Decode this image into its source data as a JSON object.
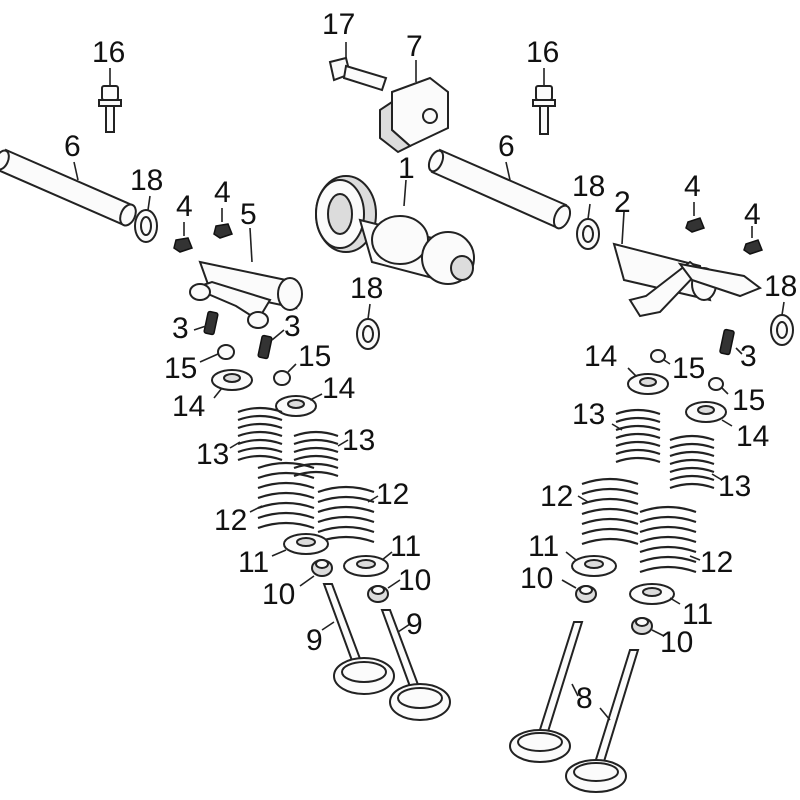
{
  "callouts": {
    "c1": "1",
    "c2": "2",
    "c3a": "3",
    "c3b": "3",
    "c3c": "3",
    "c4a": "4",
    "c4b": "4",
    "c4c": "4",
    "c4d": "4",
    "c5": "5",
    "c6a": "6",
    "c6b": "6",
    "c7": "7",
    "c8": "8",
    "c9a": "9",
    "c9b": "9",
    "c10a": "10",
    "c10b": "10",
    "c10c": "10",
    "c10d": "10",
    "c11a": "11",
    "c11b": "11",
    "c11c": "11",
    "c11d": "11",
    "c12a": "12",
    "c12b": "12",
    "c12c": "12",
    "c12d": "12",
    "c13a": "13",
    "c13b": "13",
    "c13c": "13",
    "c13d": "13",
    "c14a": "14",
    "c14b": "14",
    "c14c": "14",
    "c14d": "14",
    "c15a": "15",
    "c15b": "15",
    "c15c": "15",
    "c15d": "15",
    "c16a": "16",
    "c16b": "16",
    "c17": "17",
    "c18a": "18",
    "c18b": "18",
    "c18c": "18",
    "c18d": "18"
  }
}
